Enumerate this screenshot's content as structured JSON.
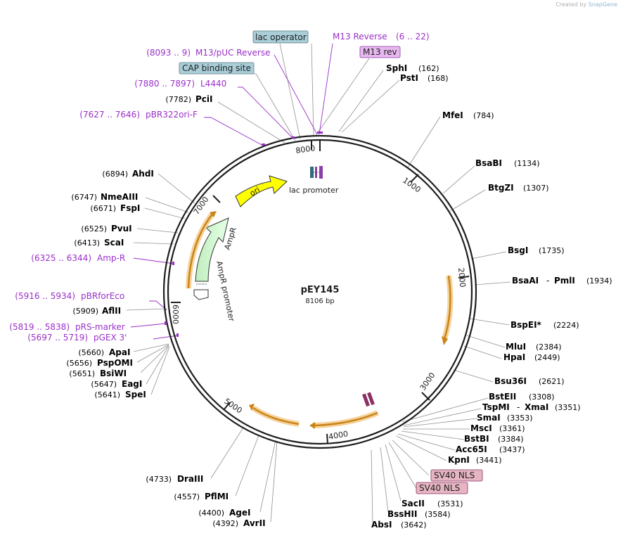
{
  "credit": {
    "prefix": "Created by",
    "brand": "SnapGene"
  },
  "plasmid": {
    "name": "pEY145",
    "length": 8106,
    "length_label": "8106 bp"
  },
  "colors": {
    "backbone": "#202020",
    "enzyme": "#000000",
    "primer": "#9a2fc9",
    "feature_box_blue": "#a9ced8",
    "feature_box_purple": "#e7b8ef",
    "feature_box_pink": "#e6b5c3",
    "ori": "#ffff00",
    "ampr": "#ccffcc",
    "cds_orange": "#f0b35a",
    "lac_promoter": "#336b78",
    "m13": "#8b3fa6"
  },
  "ticks": [
    {
      "pos": 1000,
      "label": "1000"
    },
    {
      "pos": 2000,
      "label": "2000"
    },
    {
      "pos": 3000,
      "label": "3000"
    },
    {
      "pos": 4000,
      "label": "4000"
    },
    {
      "pos": 5000,
      "label": "5000"
    },
    {
      "pos": 6000,
      "label": "6000"
    },
    {
      "pos": 7000,
      "label": "7000"
    },
    {
      "pos": 8000,
      "label": "8000"
    }
  ],
  "right_enzymes": [
    {
      "name": "SphI",
      "pos": "(162)"
    },
    {
      "name": "PstI",
      "pos": "(168)"
    },
    {
      "name": "MfeI",
      "pos": "(784)"
    },
    {
      "name": "BsaBI",
      "pos": "(1134)"
    },
    {
      "name": "BtgZI",
      "pos": "(1307)"
    },
    {
      "name": "BsgI",
      "pos": "(1735)"
    },
    {
      "name": "BsaAI",
      "sep": "-",
      "name2": "PmlI",
      "pos": "(1934)"
    },
    {
      "name": "BspEI*",
      "pos": "(2224)"
    },
    {
      "name": "MluI",
      "pos": "(2384)"
    },
    {
      "name": "HpaI",
      "pos": "(2449)"
    },
    {
      "name": "Bsu36I",
      "pos": "(2621)"
    },
    {
      "name": "BstEII",
      "pos": "(3308)"
    },
    {
      "name": "TspMI",
      "sep": "-",
      "name2": "XmaI",
      "pos": "(3351)"
    },
    {
      "name": "SmaI",
      "pos": "(3353)"
    },
    {
      "name": "MscI",
      "pos": "(3361)"
    },
    {
      "name": "BstBI",
      "pos": "(3384)"
    },
    {
      "name": "Acc65I",
      "pos": "(3437)"
    },
    {
      "name": "KpnI",
      "pos": "(3441)"
    },
    {
      "name": "SacII",
      "pos": "(3531)"
    },
    {
      "name": "BssHII",
      "pos": "(3584)"
    },
    {
      "name": "AbsI",
      "pos": "(3642)"
    }
  ],
  "left_enzymes": [
    {
      "name": "PciI",
      "pos": "(7782)"
    },
    {
      "name": "AhdI",
      "pos": "(6894)"
    },
    {
      "name": "NmeAIII",
      "pos": "(6747)"
    },
    {
      "name": "FspI",
      "pos": "(6671)"
    },
    {
      "name": "PvuI",
      "pos": "(6525)"
    },
    {
      "name": "ScaI",
      "pos": "(6413)"
    },
    {
      "name": "AflII",
      "pos": "(5909)"
    },
    {
      "name": "ApaI",
      "pos": "(5660)"
    },
    {
      "name": "PspOMI",
      "pos": "(5656)"
    },
    {
      "name": "BsiWI",
      "pos": "(5651)"
    },
    {
      "name": "EagI",
      "pos": "(5647)"
    },
    {
      "name": "SpeI",
      "pos": "(5641)"
    },
    {
      "name": "DraIII",
      "pos": "(4733)"
    },
    {
      "name": "PflMI",
      "pos": "(4557)"
    },
    {
      "name": "AgeI",
      "pos": "(4400)"
    },
    {
      "name": "AvrII",
      "pos": "(4392)"
    }
  ],
  "primers": [
    {
      "name": "M13 Reverse",
      "range": "(6 .. 22)"
    },
    {
      "name": "M13/pUC Reverse",
      "range": "(8093 .. 9)"
    },
    {
      "name": "L4440",
      "range": "(7880 .. 7897)"
    },
    {
      "name": "pBR322ori-F",
      "range": "(7627 .. 7646)"
    },
    {
      "name": "Amp-R",
      "range": "(6325 .. 6344)"
    },
    {
      "name": "pBRforEco",
      "range": "(5916 .. 5934)"
    },
    {
      "name": "pRS-marker",
      "range": "(5819 .. 5838)"
    },
    {
      "name": "pGEX 3'",
      "range": "(5697 .. 5719)"
    }
  ],
  "feature_boxes": [
    {
      "label": "lac operator"
    },
    {
      "label": "M13 rev"
    },
    {
      "label": "CAP binding site"
    },
    {
      "label": "SV40 NLS"
    },
    {
      "label": "SV40 NLS"
    }
  ],
  "inner_features": [
    {
      "label": "ori"
    },
    {
      "label": "lac promoter"
    },
    {
      "label": "AmpR"
    },
    {
      "label": "AmpR promoter"
    }
  ]
}
